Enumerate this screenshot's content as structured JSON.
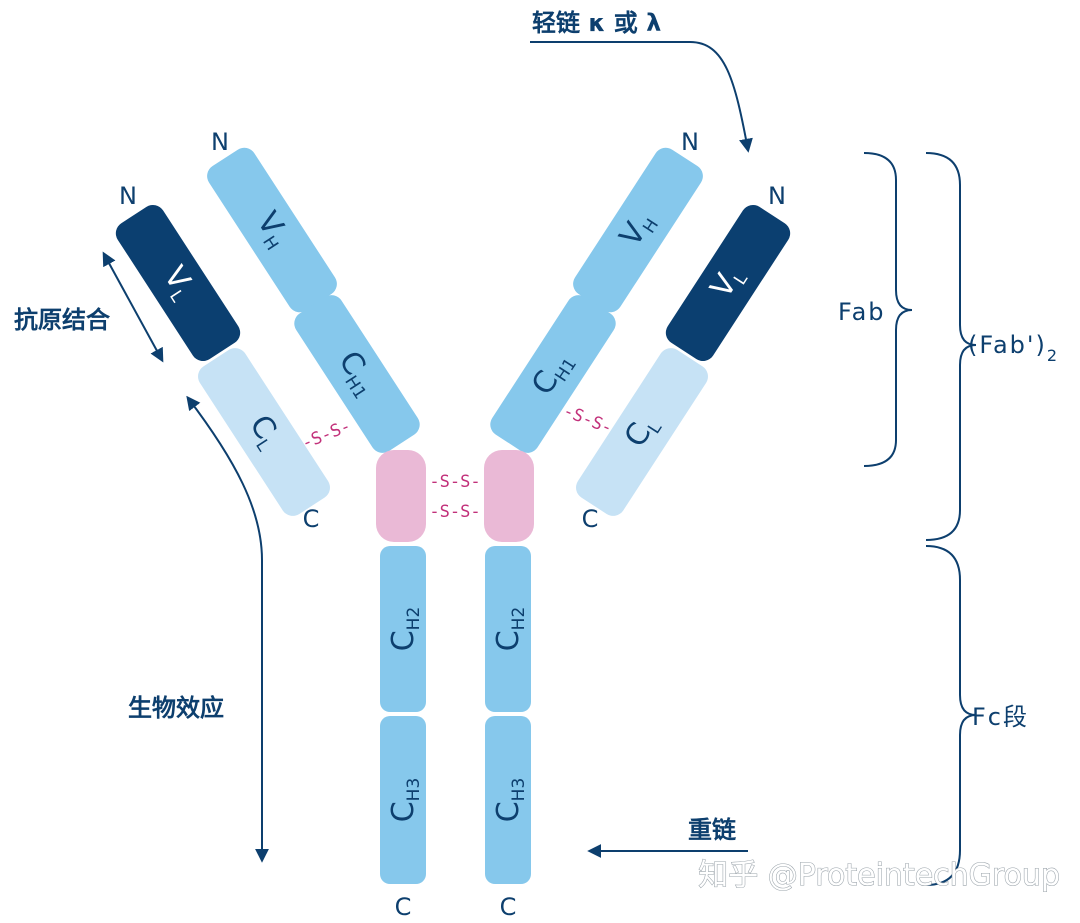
{
  "colors": {
    "heavy_chain": "#86c8ec",
    "heavy_chain_stroke": "#6ab4df",
    "light_variable": "#0b3f70",
    "light_constant": "#c6e2f5",
    "hinge": "#eab9d6",
    "disulfide": "#c2307a",
    "text": "#0d3f6e"
  },
  "segments": {
    "vh_left": {
      "main": "V",
      "sub": "H"
    },
    "ch1_left": {
      "main": "C",
      "sub": "H1"
    },
    "vl_left": {
      "main": "V",
      "sub": "L"
    },
    "cl_left": {
      "main": "C",
      "sub": "L"
    },
    "vh_right": {
      "main": "V",
      "sub": "H"
    },
    "ch1_right": {
      "main": "C",
      "sub": "H1"
    },
    "vl_right": {
      "main": "V",
      "sub": "L"
    },
    "cl_right": {
      "main": "C",
      "sub": "L"
    },
    "ch2_left": {
      "main": "C",
      "sub": "H2"
    },
    "ch3_left": {
      "main": "C",
      "sub": "H3"
    },
    "ch2_right": {
      "main": "C",
      "sub": "H2"
    },
    "ch3_right": {
      "main": "C",
      "sub": "H3"
    }
  },
  "disulfide_label": "-S-S-",
  "terminals": {
    "n": "N",
    "c": "C"
  },
  "annotations": {
    "light_chain": "轻链 κ 或 λ",
    "antigen_binding": "抗原结合",
    "effector_function": "生物效应",
    "heavy_chain": "重链"
  },
  "fragments": {
    "fab": "Fab",
    "fab2_main": "(Fab')",
    "fab2_sub": "2",
    "fc": "Fc段"
  },
  "watermark": "知乎 @ProteintechGroup"
}
